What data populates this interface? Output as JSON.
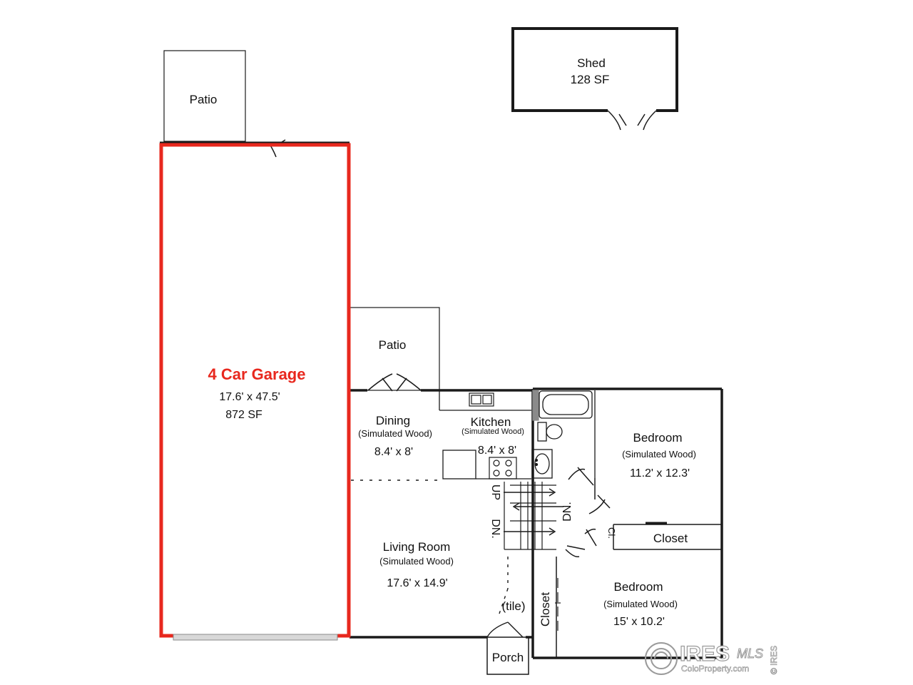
{
  "colors": {
    "wall": "#1a1a1a",
    "garage_outline": "#e8281e",
    "garage_title": "#e8281e",
    "watermark": "#9a9a9a"
  },
  "shed": {
    "name": "Shed",
    "area": "128 SF"
  },
  "patio_top": {
    "name": "Patio"
  },
  "patio_mid": {
    "name": "Patio"
  },
  "garage": {
    "name": "4 Car Garage",
    "dims": "17.6' x 47.5'",
    "area": "872 SF"
  },
  "dining": {
    "name": "Dining",
    "floor": "(Simulated Wood)",
    "dims": "8.4' x 8'"
  },
  "kitchen": {
    "name": "Kitchen",
    "floor": "(Simulated Wood)",
    "dims": "8.4' x 8'"
  },
  "bedroom1": {
    "name": "Bedroom",
    "floor": "(Simulated Wood)",
    "dims": "11.2' x 12.3'"
  },
  "bedroom2": {
    "name": "Bedroom",
    "floor": "(Simulated Wood)",
    "dims": "15' x 10.2'"
  },
  "living": {
    "name": "Living Room",
    "floor": "(Simulated Wood)",
    "dims": "17.6' x 14.9'"
  },
  "closet_large": "Closet",
  "closet_small": "Cl.",
  "closet_vertical": "Closet",
  "stair_up": "UP",
  "stair_dn_left": "DN.",
  "stair_dn_right": "DN.",
  "tile": "(tile)",
  "porch": "Porch",
  "watermark": {
    "brand": "IRES",
    "mls": "MLS",
    "site": "ColoProperty.com",
    "side": "© IRES"
  },
  "icons": [
    "bathtub-icon",
    "toilet-icon",
    "sink-icon",
    "stove-icon",
    "kitchen-sink-icon",
    "stair-arrow-icon",
    "door-swing-icon",
    "watermark-logo-icon"
  ]
}
